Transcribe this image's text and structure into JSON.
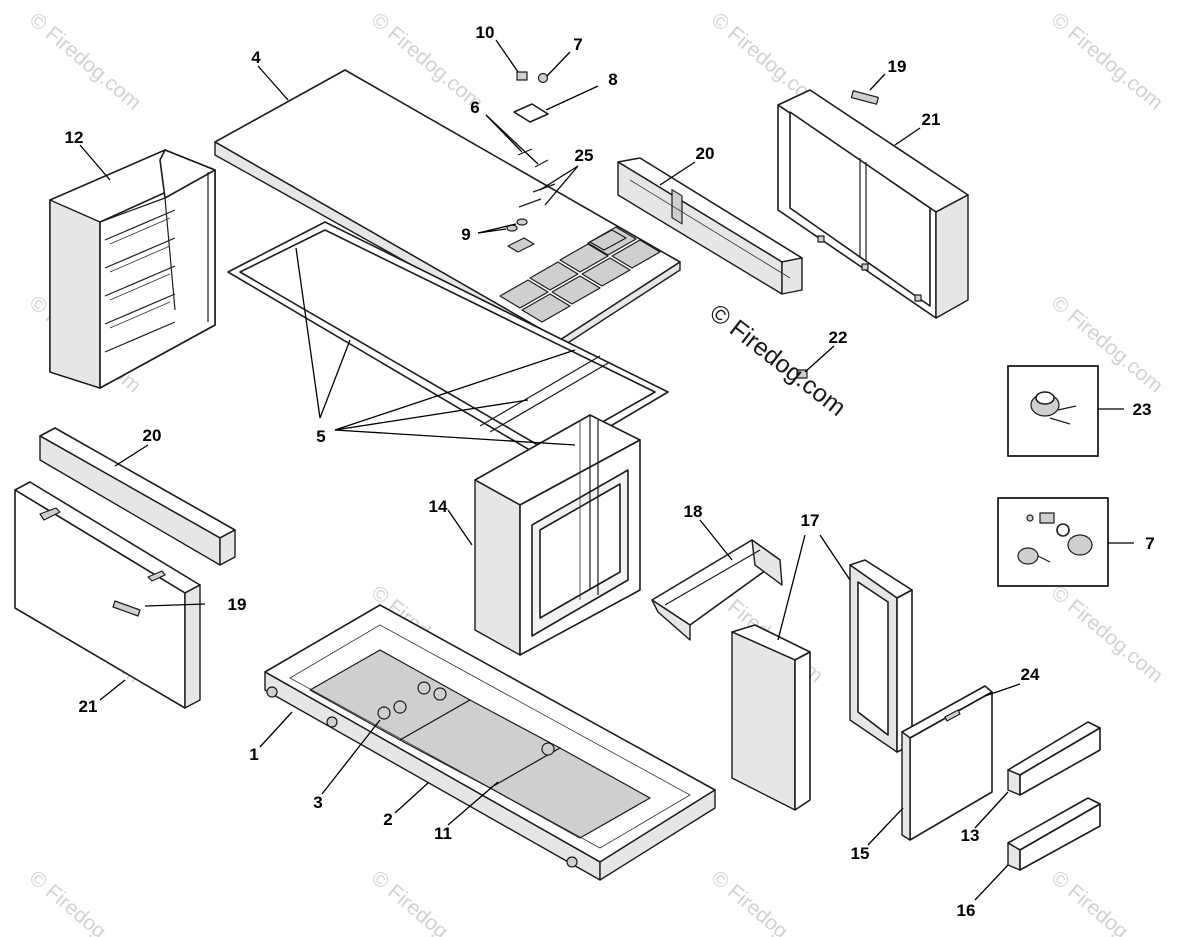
{
  "watermark": {
    "text": "© Firedog.com",
    "center_text": "© Firedog.com",
    "color": "#d2d2d2"
  },
  "callouts": [
    {
      "id": "c10",
      "label": "10"
    },
    {
      "id": "c7a",
      "label": "7"
    },
    {
      "id": "c8",
      "label": "8"
    },
    {
      "id": "c4",
      "label": "4"
    },
    {
      "id": "c6",
      "label": "6"
    },
    {
      "id": "c25",
      "label": "25"
    },
    {
      "id": "c9",
      "label": "9"
    },
    {
      "id": "c12",
      "label": "12"
    },
    {
      "id": "c20a",
      "label": "20"
    },
    {
      "id": "c19a",
      "label": "19"
    },
    {
      "id": "c21a",
      "label": "21"
    },
    {
      "id": "c22",
      "label": "22"
    },
    {
      "id": "c23",
      "label": "23"
    },
    {
      "id": "c20b",
      "label": "20"
    },
    {
      "id": "c5",
      "label": "5"
    },
    {
      "id": "c14",
      "label": "14"
    },
    {
      "id": "c18",
      "label": "18"
    },
    {
      "id": "c17",
      "label": "17"
    },
    {
      "id": "c7b",
      "label": "7"
    },
    {
      "id": "c19b",
      "label": "19"
    },
    {
      "id": "c21b",
      "label": "21"
    },
    {
      "id": "c24",
      "label": "24"
    },
    {
      "id": "c1",
      "label": "1"
    },
    {
      "id": "c3",
      "label": "3"
    },
    {
      "id": "c2",
      "label": "2"
    },
    {
      "id": "c11",
      "label": "11"
    },
    {
      "id": "c15",
      "label": "15"
    },
    {
      "id": "c13",
      "label": "13"
    },
    {
      "id": "c16",
      "label": "16"
    }
  ]
}
